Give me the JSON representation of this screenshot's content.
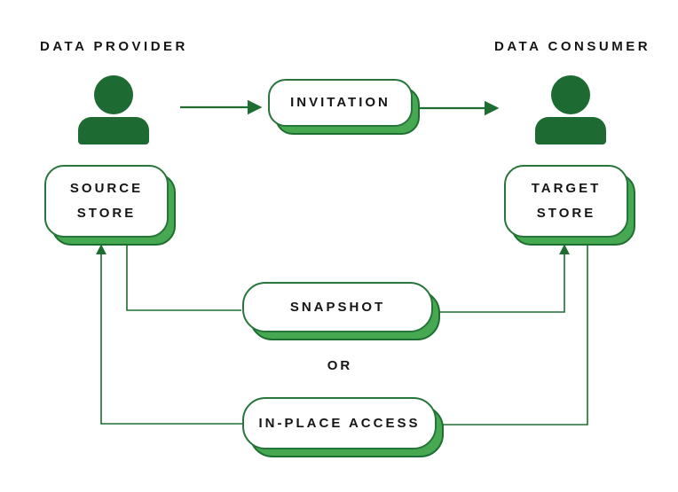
{
  "labels": {
    "provider": "DATA PROVIDER",
    "consumer": "DATA CONSUMER",
    "or": "OR"
  },
  "nodes": {
    "invitation": {
      "label": "INVITATION"
    },
    "source_store": {
      "line1": "SOURCE",
      "line2": "STORE"
    },
    "target_store": {
      "line1": "TARGET",
      "line2": "STORE"
    },
    "snapshot": {
      "label": "SNAPSHOT"
    },
    "in_place_access": {
      "label": "IN-PLACE ACCESS"
    }
  },
  "icons": {
    "provider": "person-icon",
    "consumer": "person-icon"
  },
  "edges": [
    {
      "from": "data-provider",
      "to": "invitation",
      "arrowhead": true
    },
    {
      "from": "invitation",
      "to": "data-consumer",
      "arrowhead": true
    },
    {
      "from": "source-store",
      "to": "snapshot",
      "arrowhead": false
    },
    {
      "from": "snapshot",
      "to": "target-store",
      "arrowhead": true
    },
    {
      "from": "target-store",
      "to": "in-place-access",
      "arrowhead": false
    },
    {
      "from": "in-place-access",
      "to": "source-store",
      "arrowhead": true
    }
  ],
  "colors": {
    "line_green": "#1e6e32",
    "border_green": "#27753a",
    "shadow_green": "#46a851",
    "icon_green": "#1d6b33",
    "text_black": "#151515",
    "background": "#ffffff"
  }
}
